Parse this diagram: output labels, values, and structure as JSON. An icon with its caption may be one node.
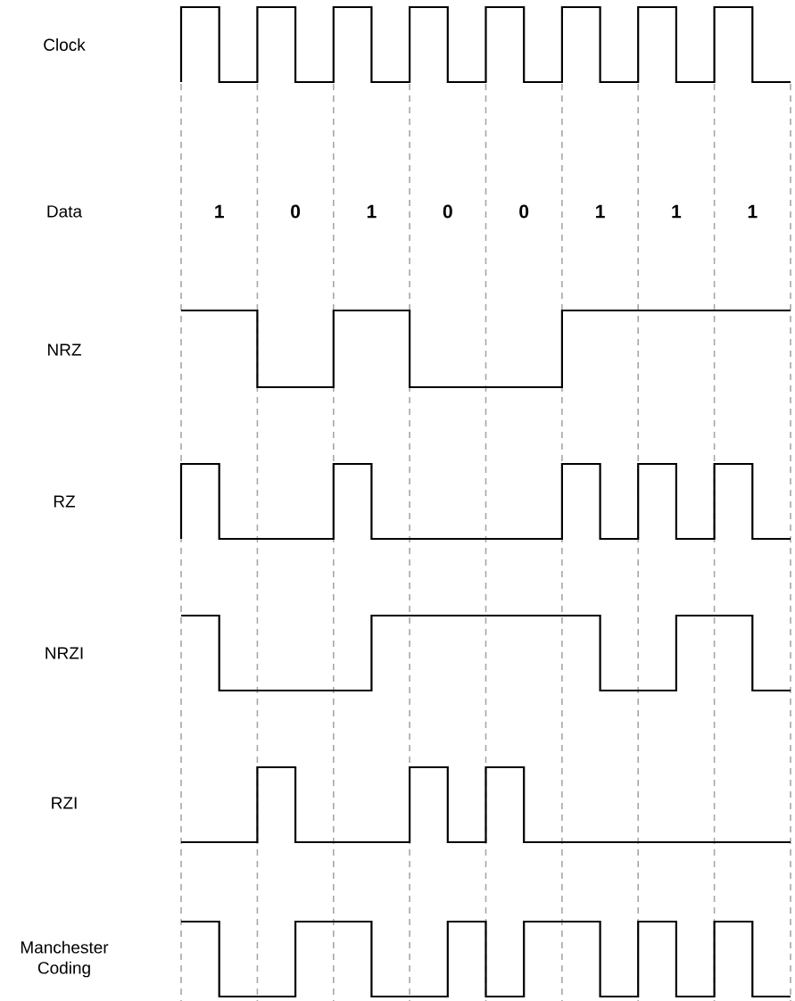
{
  "diagram": {
    "labels": [
      "Clock",
      "Data",
      "1",
      "0",
      "1",
      "0",
      "0",
      "1",
      "1",
      "1",
      "NRZ",
      "RZ",
      "NRZI",
      "RZI",
      "Manchester Coding"
    ]
  }
}
